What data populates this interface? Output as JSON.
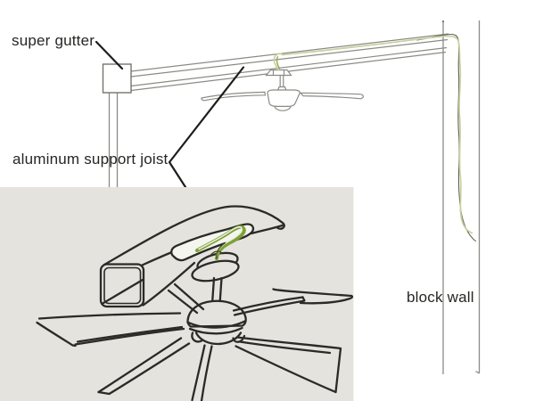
{
  "diagram": {
    "kind": "hand-drawn-installation-sketch",
    "labels": {
      "super_gutter": "super gutter",
      "aluminum_support_joist": "aluminum support joist",
      "block_wall": "block wall"
    },
    "parts": [
      {
        "name": "super-gutter-box"
      },
      {
        "name": "aluminum-support-joist-beam"
      },
      {
        "name": "ceiling-fan"
      },
      {
        "name": "block-wall"
      },
      {
        "name": "electrical-wire"
      },
      {
        "name": "detail-inset-fan-mount"
      }
    ],
    "colors": {
      "background": "#ffffff",
      "inset_background": "#e4e3de",
      "sketch_ink": "#8b8b85",
      "detail_ink": "#2a2a26",
      "label_text": "#262624",
      "leader_line": "#1d1d1b",
      "wire_green": "#7da137",
      "wire_pale_green": "#c7d19e",
      "wire_dark": "#5d6356"
    }
  }
}
